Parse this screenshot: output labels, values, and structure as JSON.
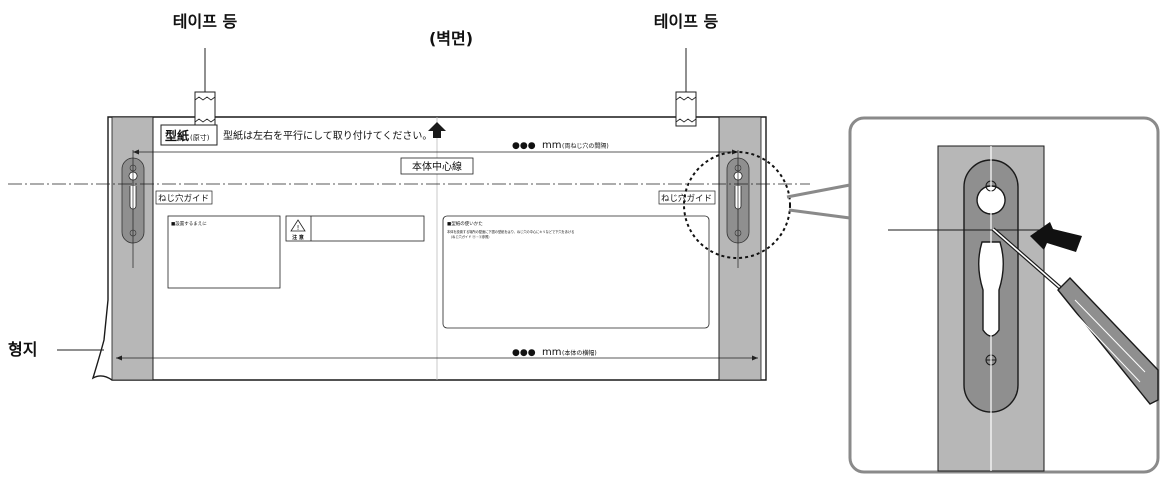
{
  "labels": {
    "tape_left": "테이프 등",
    "tape_right": "테이프 등",
    "wall_side": "(벽면)",
    "template_paper": "형지"
  },
  "template": {
    "badge_main": "型紙",
    "badge_sub": "(原寸)",
    "instruction": "型紙は左右を平行にして取り付けてください。",
    "center_line": "本体中心線",
    "screw_guide_left": "ねじ穴ガイド",
    "screw_guide_right": "ねじ穴ガイド",
    "hole_spacing_prefix": "●●●",
    "hole_spacing_unit": "mm",
    "hole_spacing_note": "(両ねじ穴の間隔)",
    "width_prefix": "●●●",
    "width_unit": "mm",
    "width_note": "(本体の横幅)",
    "box_install_title": "■設置するまえに",
    "caution_word": "注 意",
    "usage_title": "■型紙の使いかた",
    "usage_line1": "本体を設置する場所の壁面に下図の型紙をはり、ねじ穴の中心にキリなどで下穴をあける",
    "usage_line2": "（ねじ穴ガイド ⓐ・ⓑ参照）"
  },
  "colors": {
    "line": "#1a1a1a",
    "strip": "#b7b7b7",
    "slot": "#8f8f8f",
    "zoom_border": "#8a8a8a"
  }
}
